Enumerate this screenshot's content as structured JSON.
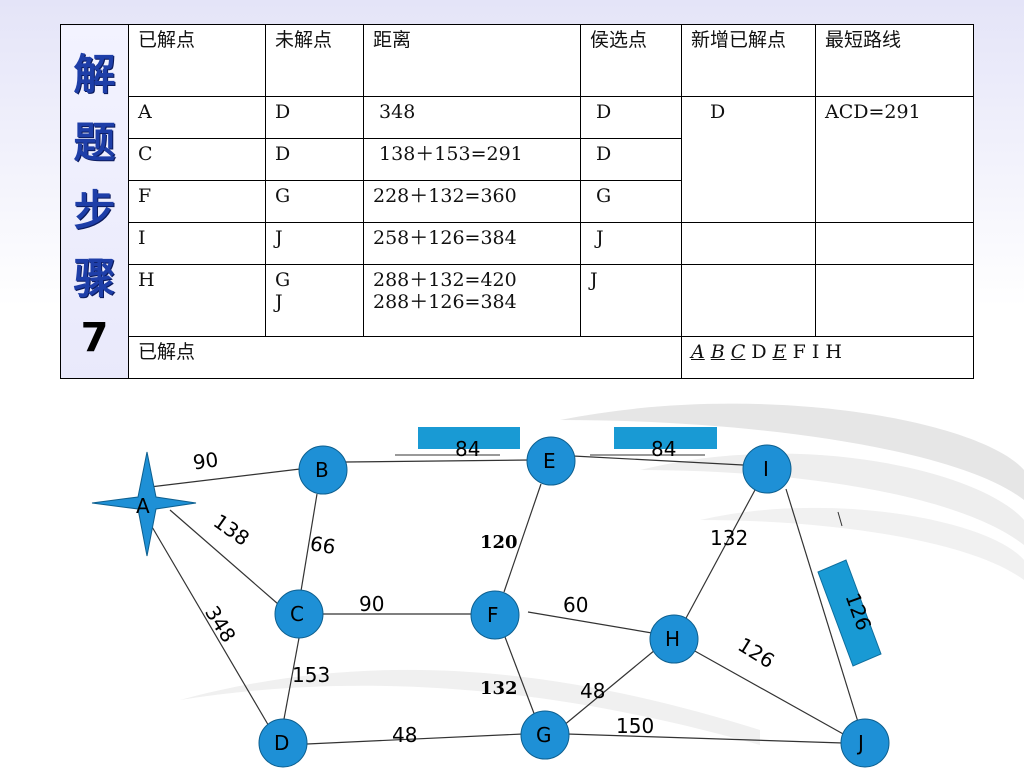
{
  "title": {
    "chars": [
      "解",
      "题",
      "步",
      "骤"
    ],
    "number": "7"
  },
  "table": {
    "headers": [
      "已解点",
      "未解点",
      "距离",
      "侯选点",
      "新增已解点",
      "最短路线"
    ],
    "rows": [
      {
        "solved": "A",
        "unsolved": "D",
        "distance": " 348",
        "candidate": " D"
      },
      {
        "solved": "C",
        "unsolved": "D",
        "distance": " 138＋153=291",
        "candidate": " D"
      },
      {
        "solved": "F",
        "unsolved": "G",
        "distance": "228＋132=360",
        "candidate": " G"
      },
      {
        "solved": "I",
        "unsolved": "J",
        "distance": "258＋126=384",
        "candidate": " J"
      },
      {
        "solved": "H",
        "unsolved": "G",
        "unsolved2": "J",
        "distance": "288＋132=420",
        "distance2": "288＋126=384",
        "candidate": "J"
      }
    ],
    "new_solved": "D",
    "shortest_route": "ACD=291",
    "footer_label": "已解点",
    "footer_points": {
      "u1": "A",
      "u2": "B",
      "u3": "C",
      "p1": "D",
      "u4": "E",
      "p2": "F I H"
    }
  },
  "graph": {
    "nodes": [
      "A",
      "B",
      "C",
      "D",
      "E",
      "F",
      "G",
      "H",
      "I",
      "J"
    ],
    "edge_labels": {
      "AB": "90",
      "AC": "138",
      "AD": "348",
      "BC": "66",
      "BE": "84",
      "EI": "84",
      "EF": "120",
      "CF": "90",
      "CD": "153",
      "FH": "60",
      "FG": "132",
      "GH": "48",
      "DG": "48",
      "GJ": "150",
      "IH": "132",
      "HJ": "126",
      "IJ": "126"
    },
    "colors": {
      "node": "#1e90d6",
      "banner": "#199ad4"
    }
  }
}
